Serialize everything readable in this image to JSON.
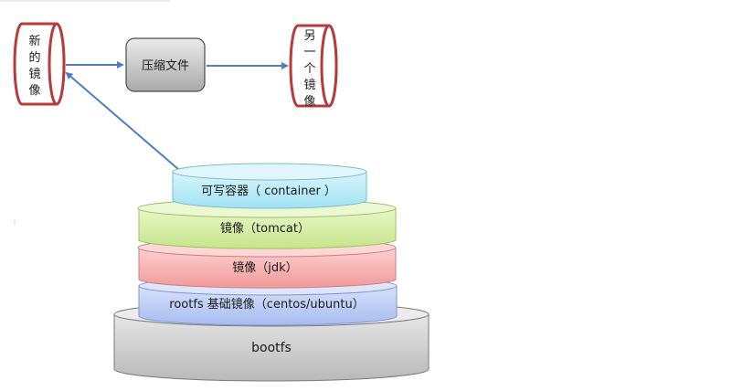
{
  "left_cylinder": {
    "lines": [
      "新",
      "的",
      "镜",
      "像"
    ]
  },
  "right_cylinder": {
    "lines": [
      "另",
      "一",
      "个",
      "镜",
      "像"
    ]
  },
  "compress_box": {
    "label": "压缩文件"
  },
  "layers": {
    "container": "可写容器（  container  ）",
    "tomcat": "镜像（tomcat）",
    "jdk": "镜像（jdk）",
    "rootfs": "rootfs 基础镜像（centos/ubuntu）",
    "bootfs": "bootfs"
  },
  "colors": {
    "cylinder_stroke": "#b83b3b",
    "box_fill": "#c9c9c9",
    "arrow": "#4f7ec0",
    "container_fill": "#b9ecf7",
    "tomcat_fill": "#d6f0a4",
    "jdk_fill": "#f9b5b5",
    "rootfs_fill": "#bfcff5",
    "bootfs_fill": "#d4d4d4"
  }
}
